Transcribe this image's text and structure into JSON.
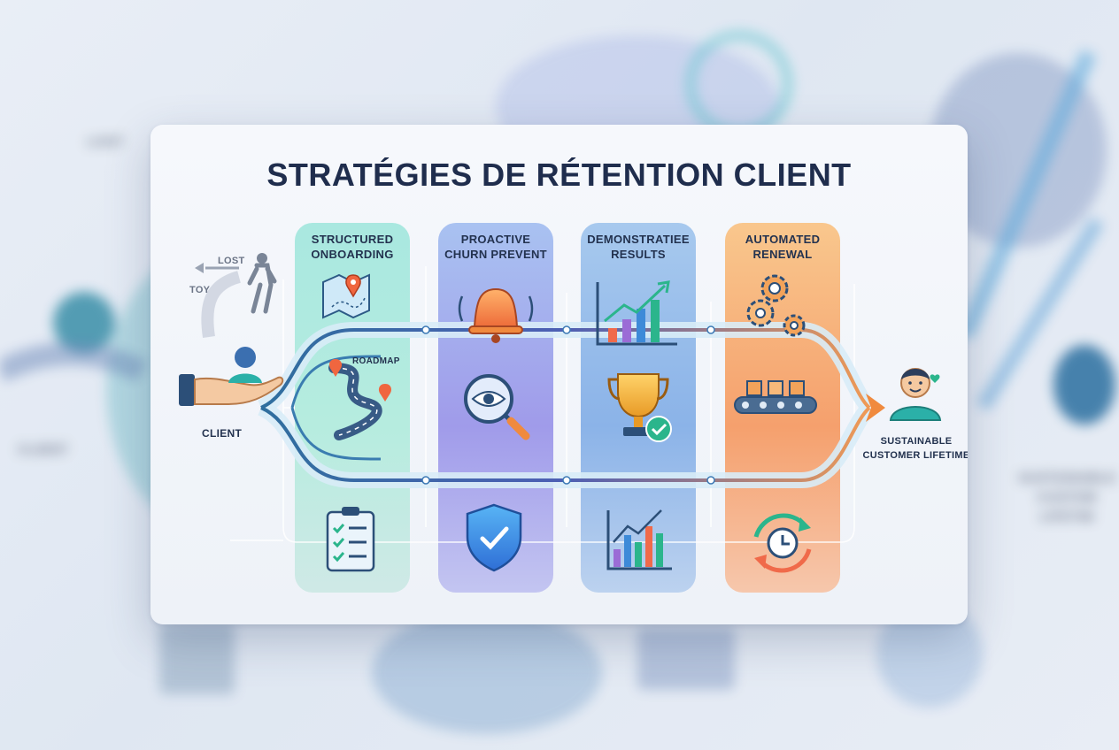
{
  "title": "Stratégies de rétention client",
  "columns": [
    {
      "label": "Structured Onboarding"
    },
    {
      "label": "Proactive Churn Prevent"
    },
    {
      "label": "Demonstratiee Results"
    },
    {
      "label": "Automated Renewal"
    }
  ],
  "left_labels": {
    "lost": "LOST",
    "toy": "TOY",
    "client": "CLIENT",
    "roadmap": "ROADMAP"
  },
  "right_label": "Sustainable Customer Lifetime",
  "backdrop_labels": {
    "lost": "LOST",
    "client": "CLIENT",
    "sustainable": "SUSTAINABLE CUSTOM LIFETIM"
  },
  "colors": {
    "title": "#1f2d4d",
    "teal": "#3cc7b9",
    "purple": "#8d84e8",
    "blue": "#5d95dd",
    "orange": "#f2935c",
    "path": "#2b5f8f"
  },
  "icons": [
    "map-pin-icon",
    "roadmap-icon",
    "checklist-icon",
    "bell-icon",
    "magnifier-eye-icon",
    "shield-check-icon",
    "growth-chart-icon",
    "trophy-icon",
    "bar-chart-icon",
    "gears-icon",
    "conveyor-icon",
    "renewal-clock-icon",
    "hand-client-icon",
    "walking-person-icon",
    "happy-customer-icon"
  ]
}
